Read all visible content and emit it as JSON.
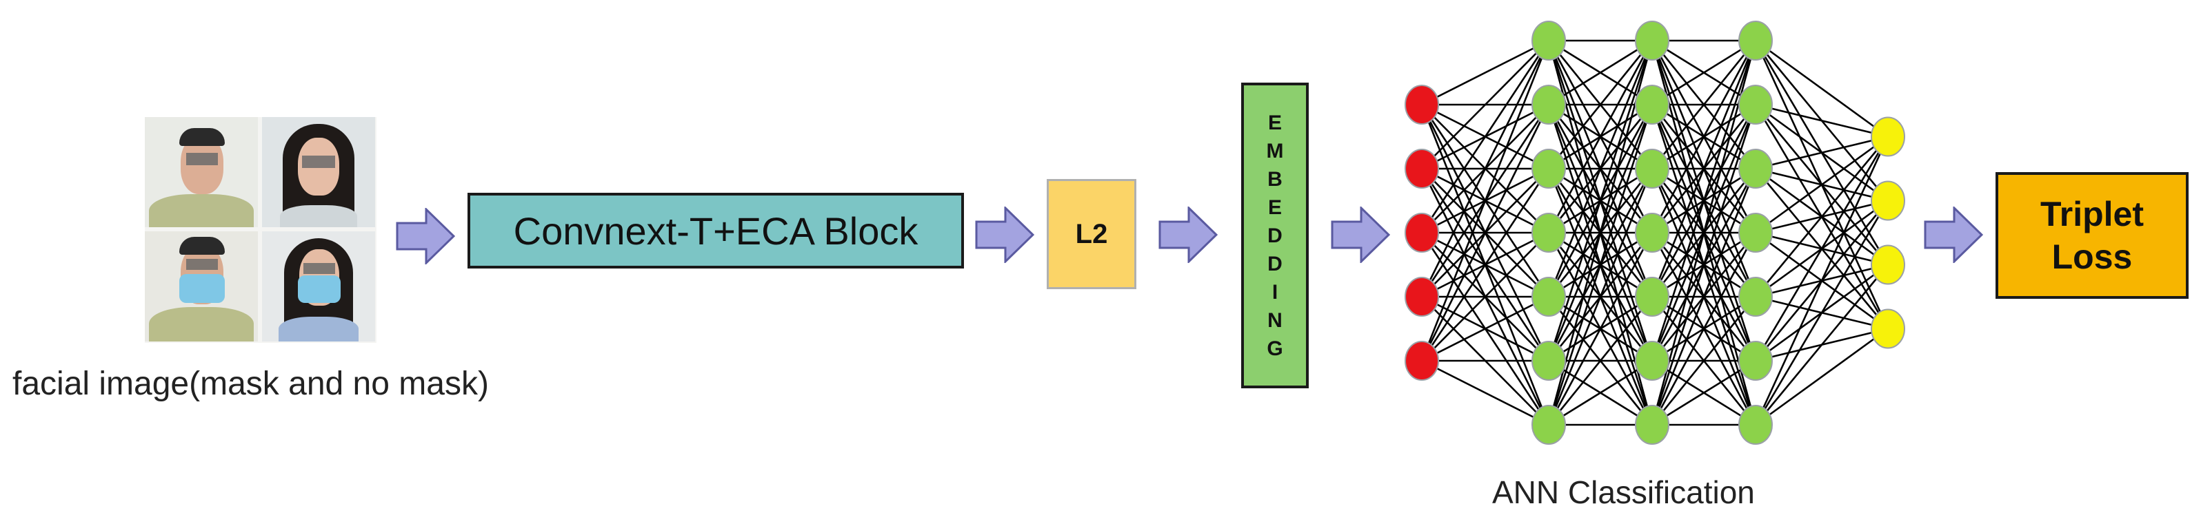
{
  "input": {
    "caption": "facial image(mask and no mask)",
    "faces": [
      {
        "label": "man-no-mask"
      },
      {
        "label": "woman-no-mask"
      },
      {
        "label": "man-mask"
      },
      {
        "label": "woman-mask"
      }
    ]
  },
  "blocks": {
    "backbone": "Convnext-T+ECA Block",
    "norm": "L2",
    "embedding_letters": [
      "E",
      "M",
      "B",
      "E",
      "D",
      "D",
      "I",
      "N",
      "G"
    ],
    "loss_line1": "Triplet",
    "loss_line2": "Loss"
  },
  "ann": {
    "label": "ANN Classification",
    "layers": [
      {
        "nodes": 5,
        "color": "#e8151b"
      },
      {
        "nodes": 7,
        "color": "#8cd24a"
      },
      {
        "nodes": 7,
        "color": "#8cd24a"
      },
      {
        "nodes": 7,
        "color": "#8cd24a"
      },
      {
        "nodes": 4,
        "color": "#f7f20a"
      }
    ]
  },
  "colors": {
    "arrow_fill": "#a3a3e0",
    "arrow_stroke": "#5a5aa0",
    "backbone": "#7cc5c5",
    "norm": "#fbd467",
    "embedding": "#8ccf6e",
    "loss": "#f7b500"
  }
}
